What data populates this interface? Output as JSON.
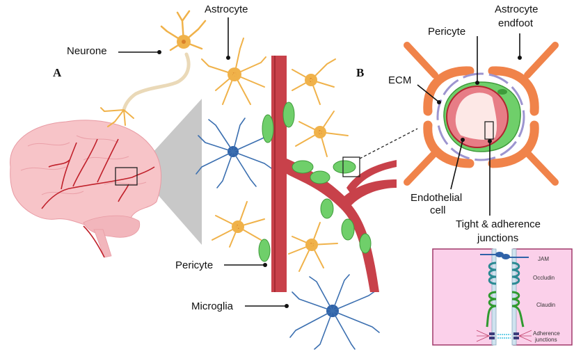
{
  "figure": {
    "panels": {
      "a_label": "A",
      "b_label": "B"
    },
    "panel_a": {
      "labels": {
        "neurone": "Neurone",
        "astrocyte": "Astrocyte",
        "pericyte": "Pericyte",
        "microglia": "Microglia"
      }
    },
    "panel_b": {
      "labels": {
        "pericyte": "Pericyte",
        "astrocyte_endfoot_line1": "Astrocyte",
        "astrocyte_endfoot_line2": "endfoot",
        "ecm": "ECM",
        "endothelial_line1": "Endothelial",
        "endothelial_line2": "cell",
        "junctions_line1": "Tight & adherence",
        "junctions_line2": "junctions"
      },
      "junction_inset": {
        "labels": {
          "jam": "JAM",
          "occludin": "Occludin",
          "claudin": "Claudin",
          "adherence_line1": "Adherence",
          "adherence_line2": "junctions"
        }
      }
    },
    "colors": {
      "astrocyte": "#f0b24a",
      "microglia": "#3b6fb0",
      "vessel": "#c8414a",
      "pericyte": "#6fcf6a",
      "endfoot": "#f0834a",
      "brain": "#f7c4c8",
      "inset_bg": "#fbd0ea"
    }
  }
}
